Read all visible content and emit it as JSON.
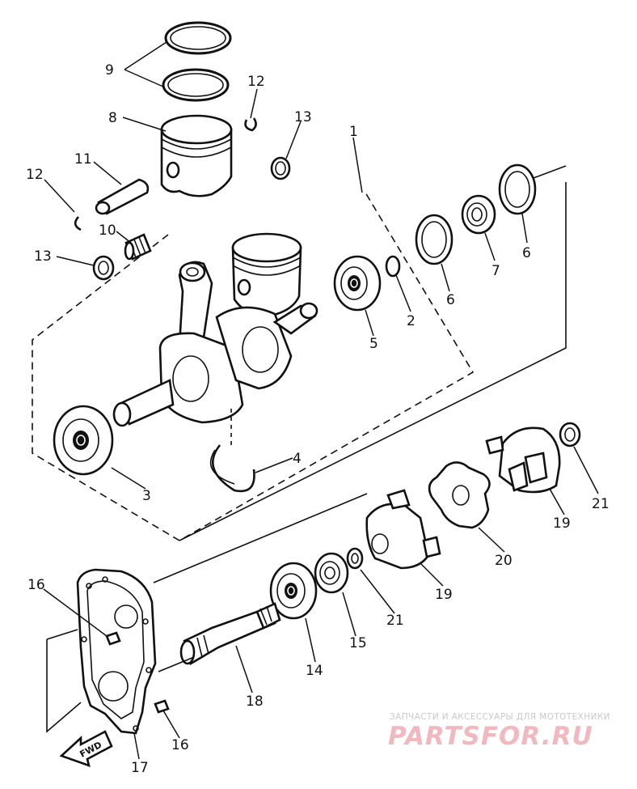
{
  "callouts": {
    "c1": "1",
    "c2": "2",
    "c3": "3",
    "c4": "4",
    "c5": "5",
    "c6a": "6",
    "c6b": "6",
    "c7": "7",
    "c8": "8",
    "c9": "9",
    "c10": "10",
    "c11": "11",
    "c12a": "12",
    "c12b": "12",
    "c13a": "13",
    "c13b": "13",
    "c14": "14",
    "c15": "15",
    "c16a": "16",
    "c16b": "16",
    "c17": "17",
    "c18": "18",
    "c19a": "19",
    "c19b": "19",
    "c20": "20",
    "c21a": "21",
    "c21b": "21"
  },
  "fwd_label": "FWD",
  "watermark": {
    "small": "ЗАПЧАСТИ И АКСЕССУАРЫ ДЛЯ МОТОТЕХНИКИ",
    "big": "PARTSFOR.RU"
  }
}
